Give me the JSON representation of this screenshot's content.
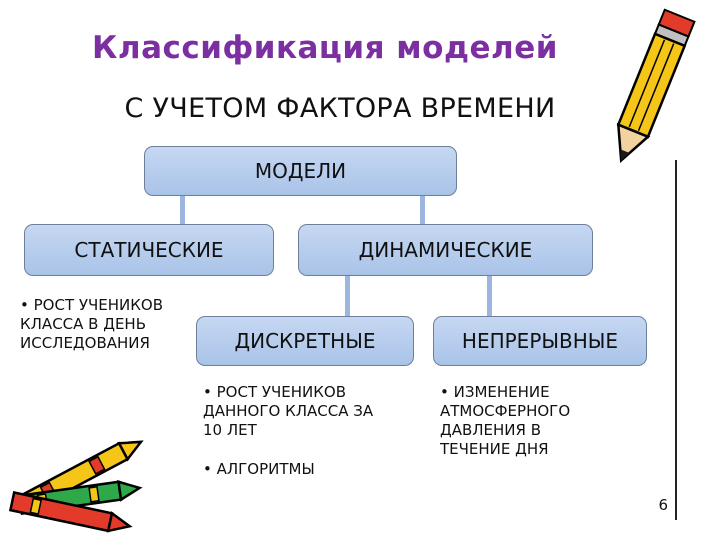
{
  "header": {
    "title": "Классификация моделей",
    "subtitle": "С УЧЕТОМ ФАКТОРА ВРЕМЕНИ"
  },
  "diagram": {
    "root": "МОДЕЛИ",
    "static": "СТАТИЧЕСКИЕ",
    "dynamic": "ДИНАМИЧЕСКИЕ",
    "discrete": "ДИСКРЕТНЫЕ",
    "continuous": "НЕПРЕРЫВНЫЕ",
    "static_example": "• РОСТ УЧЕНИКОВ\nКЛАССА В ДЕНЬ\nИССЛЕДОВАНИЯ",
    "discrete_example_1": "• РОСТ УЧЕНИКОВ\nДАННОГО КЛАССА ЗА\n10 ЛЕТ",
    "discrete_example_2": "• АЛГОРИТМЫ",
    "continuous_example": "• ИЗМЕНЕНИЕ\nАТМОСФЕРНОГО\nДАВЛЕНИЯ В\nТЕЧЕНИЕ ДНЯ"
  },
  "slide": {
    "page_number": "6"
  },
  "colors": {
    "title": "#7b2fa0",
    "box_fill": "#b8cdee",
    "box_border": "#6e7f9a"
  },
  "icons": [
    "pencil-icon-top-right",
    "crayons-icon-bottom-left"
  ]
}
